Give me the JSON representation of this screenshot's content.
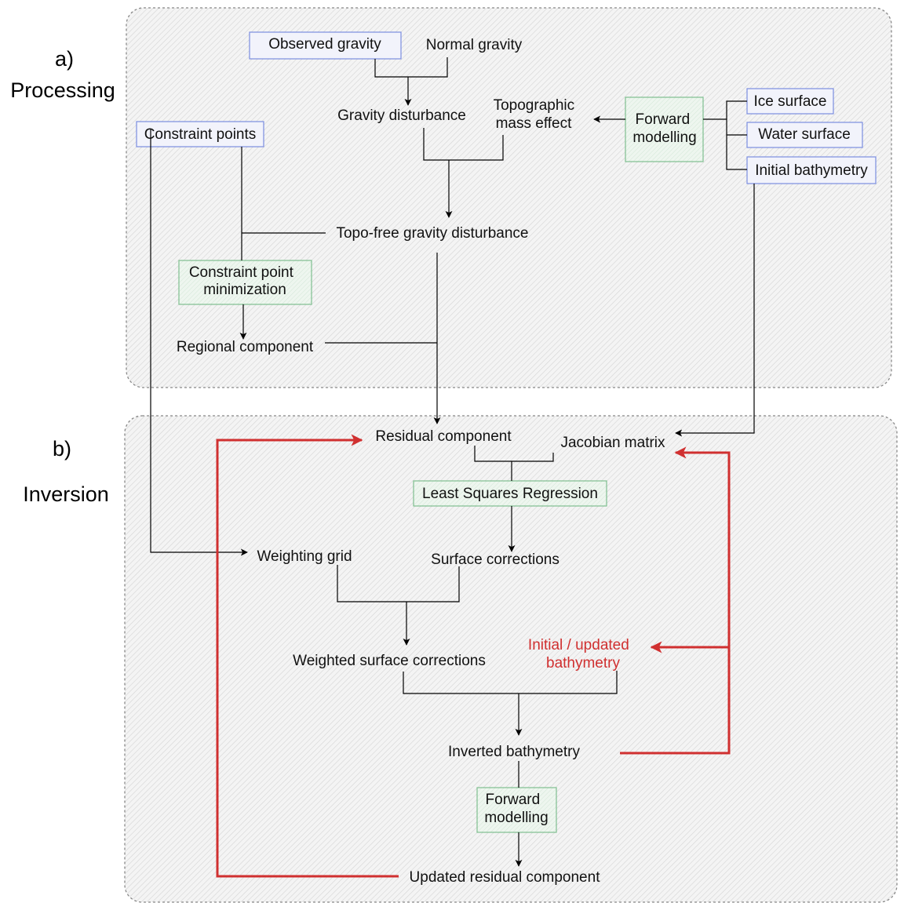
{
  "panels": {
    "a": {
      "letter": "a)",
      "name": "Processing"
    },
    "b": {
      "letter": "b)",
      "name": "Inversion"
    }
  },
  "nodes": {
    "observed_gravity": "Observed gravity",
    "normal_gravity": "Normal gravity",
    "gravity_disturbance": "Gravity disturbance",
    "topographic_mass_effect": [
      "Topographic",
      "mass effect"
    ],
    "forward_modelling_a": [
      "Forward",
      "modelling"
    ],
    "ice_surface": "Ice surface",
    "water_surface": "Water surface",
    "initial_bathymetry": "Initial bathymetry",
    "constraint_points": "Constraint points",
    "topo_free_gravity_disturbance": "Topo-free gravity disturbance",
    "constraint_point_minimization": [
      "Constraint point",
      "minimization"
    ],
    "regional_component": "Regional component",
    "residual_component": "Residual component",
    "jacobian_matrix": "Jacobian matrix",
    "least_squares_regression": "Least Squares Regression",
    "weighting_grid": "Weighting grid",
    "surface_corrections": "Surface corrections",
    "weighted_surface_corrections": "Weighted surface corrections",
    "initial_updated_bathymetry": [
      "Initial / updated",
      "bathymetry"
    ],
    "inverted_bathymetry": "Inverted bathymetry",
    "forward_modelling_b": [
      "Forward",
      "modelling"
    ],
    "updated_residual_component": "Updated residual component"
  },
  "colors": {
    "input_box_border": "#7b8ee0",
    "process_box_border": "#7fbf8f",
    "process_box_fill": "#eef6ef",
    "feedback_loop": "#d03030",
    "panel_border": "#888888",
    "panel_hatch": "#d6d6d6"
  }
}
